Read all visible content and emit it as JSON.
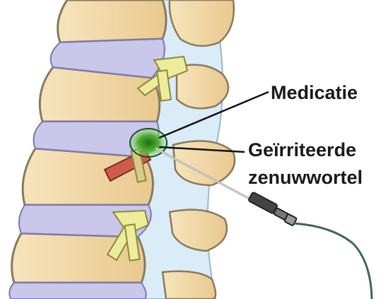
{
  "labels": {
    "medication": "Medicatie",
    "irritated_nerve_line1": "Geïrriteerde",
    "irritated_nerve_line2": "zenuwwortel"
  },
  "colors": {
    "bone": "#f4dcae",
    "bone_outline": "#8a7a5c",
    "disc": "#c9c7ea",
    "spinal_canal": "#d9ecf7",
    "nerve_irritated": "#cf5c4a",
    "nerve_normal": "#ecec9c",
    "medication_glow": "#4caf2f",
    "needle": "#b8b8b8",
    "tube": "#3d6a4a"
  },
  "icons": [
    "spine-illustration",
    "syringe-icon"
  ]
}
